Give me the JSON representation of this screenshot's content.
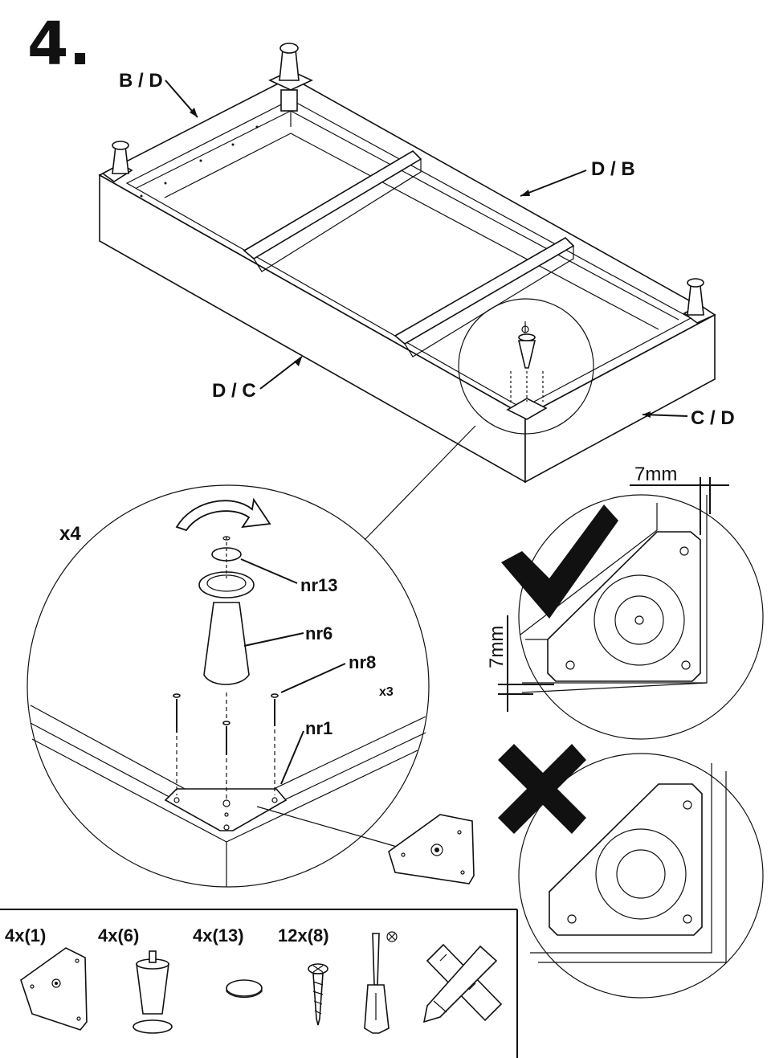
{
  "step_number": "4.",
  "labels": {
    "bd": "B / D",
    "db": "D / B",
    "dc": "D / C",
    "cd": "C / D"
  },
  "detail": {
    "multiplier": "x4",
    "nr13": "nr13",
    "nr6": "nr6",
    "nr8": "nr8",
    "x3": "x3",
    "nr1": "nr1"
  },
  "measure": {
    "top": "7mm",
    "side": "7mm"
  },
  "parts": [
    {
      "qty": "4x(1)"
    },
    {
      "qty": "4x(6)"
    },
    {
      "qty": "4x(13)"
    },
    {
      "qty": "12x(8)"
    }
  ],
  "tools": [
    "screwdriver-icon",
    "ruler-pencil-icon"
  ],
  "colors": {
    "ink": "#111111",
    "paper": "#ffffff"
  }
}
